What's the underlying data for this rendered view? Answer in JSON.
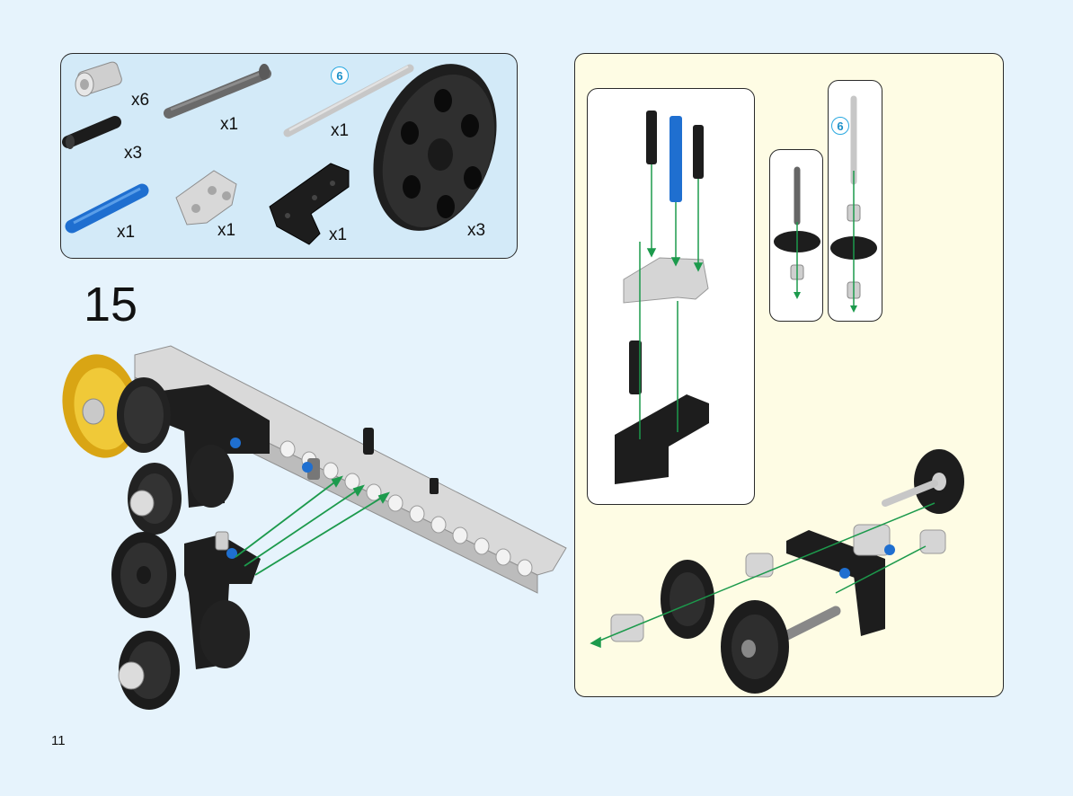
{
  "parts_list": {
    "items": [
      {
        "icon": "bush-icon",
        "quantity": "x6"
      },
      {
        "icon": "long-axle-icon",
        "quantity": "x1"
      },
      {
        "icon": "axle-6-icon",
        "quantity": "x1",
        "length_label": "6"
      },
      {
        "icon": "wheel-icon",
        "quantity": "x3"
      },
      {
        "icon": "black-pin-icon",
        "quantity": "x3"
      },
      {
        "icon": "blue-pin-icon",
        "quantity": "x1"
      },
      {
        "icon": "t-beam-icon",
        "quantity": "x1"
      },
      {
        "icon": "angled-beam-icon",
        "quantity": "x1"
      }
    ]
  },
  "step": {
    "number": "15"
  },
  "subassembly": {
    "axle_length_label": "6"
  },
  "page": {
    "number": "11"
  },
  "colors": {
    "background": "#e6f3fc",
    "parts_panel": "#d3eaf8",
    "subassembly_panel": "#fefce4",
    "arrow": "#1c9a4c",
    "accent_blue": "#1f6fd0",
    "gear_yellow": "#e8b923"
  }
}
